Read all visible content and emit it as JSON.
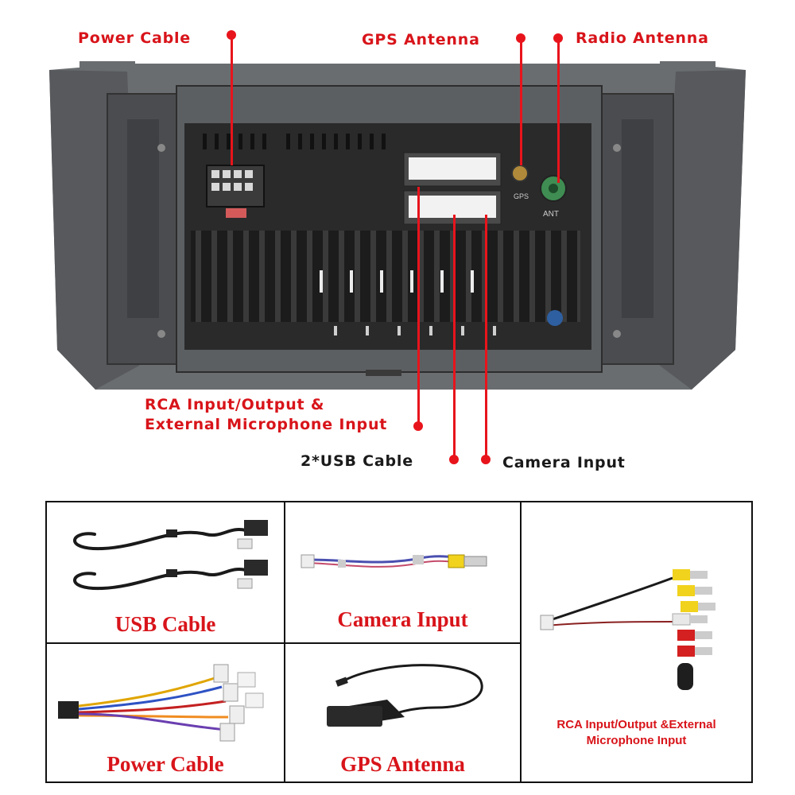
{
  "callouts": {
    "power_cable": "Power Cable",
    "gps_antenna": "GPS Antenna",
    "radio_antenna": "Radio Antenna",
    "rca_line1": "RCA Input/Output &",
    "rca_line2": "External Microphone Input",
    "usb_cable": "2*USB Cable",
    "camera_input": "Camera Input"
  },
  "grid": {
    "usb_cable": "USB Cable",
    "camera_input": "Camera Input",
    "power_cable": "Power Cable",
    "gps_antenna": "GPS Antenna",
    "rca_line1": "RCA Input/Output &External",
    "rca_line2": "Microphone Input"
  },
  "unit_markings": {
    "gps": "GPS",
    "ant": "ANT"
  },
  "colors": {
    "callout_red": "#e8141c",
    "caption_red": "#d8141a",
    "unit_body": "#5a5d60"
  }
}
